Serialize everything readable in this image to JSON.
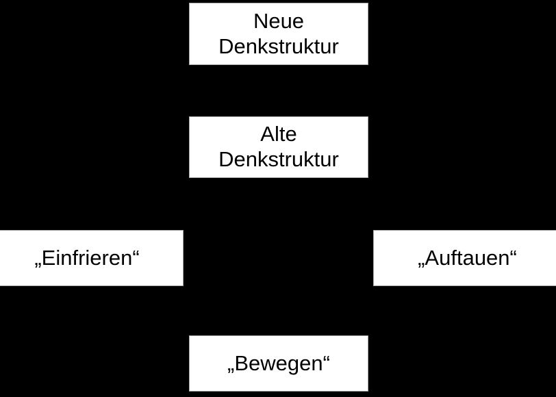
{
  "diagram": {
    "background_color": "#000000",
    "node_fill_color": "#ffffff",
    "node_border_color": "#a8a8a8",
    "text_color": "#000000",
    "nodes": [
      {
        "id": "neue-denkstruktur",
        "label": "Neue\nDenkstruktur",
        "position": "top-center"
      },
      {
        "id": "alte-denkstruktur",
        "label": "Alte\nDenkstruktur",
        "position": "upper-middle-center"
      },
      {
        "id": "einfrieren",
        "label": "„Einfrieren“",
        "position": "middle-left"
      },
      {
        "id": "auftauen",
        "label": "„Auftauen“",
        "position": "middle-right"
      },
      {
        "id": "bewegen",
        "label": "„Bewegen“",
        "position": "bottom-center"
      }
    ]
  }
}
